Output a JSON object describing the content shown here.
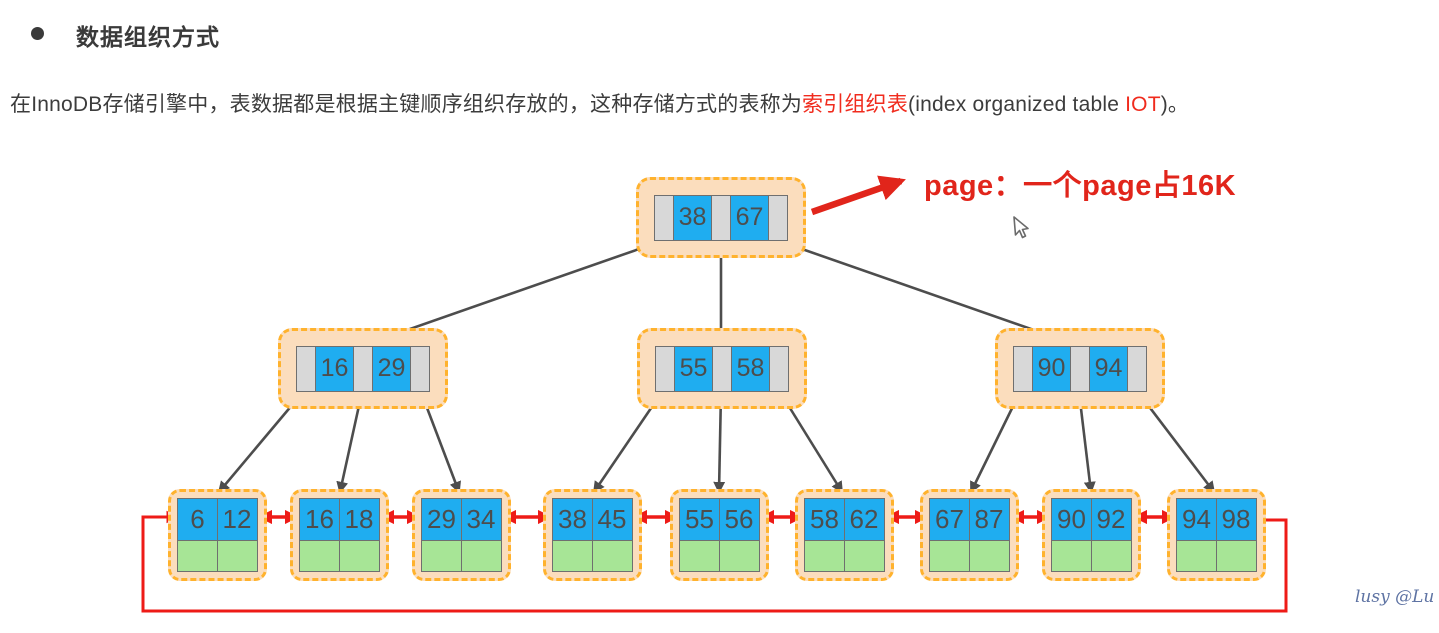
{
  "heading": {
    "bullet": "●",
    "title": "数据组织方式"
  },
  "intro": {
    "part1": "在InnoDB存储引擎中，表数据都是根据主键顺序组织存放的，这种存储方式的表称为",
    "highlight1": "索引组织表",
    "part2": "(index organized table ",
    "highlight2": "IOT",
    "part3": ")。"
  },
  "annotation": {
    "text": "page：一个page占16K"
  },
  "watermark": {
    "text": "lusy @Lu"
  },
  "colors": {
    "key_cell_blue": "#1fadf0",
    "pointer_cell_gray": "#d8d8d8",
    "data_cell_green": "#a7e596",
    "page_fill_peach": "#fbddbd",
    "page_border_orange": "#ffb22d",
    "tree_arrow_gray": "#4d4d4d",
    "link_red": "#ee1b17",
    "highlight_red": "#f02b1d"
  },
  "tree": {
    "internal_nodes": [
      {
        "level": "root",
        "keys": [
          "38",
          "67"
        ]
      },
      {
        "level": "2",
        "keys": [
          "16",
          "29"
        ]
      },
      {
        "level": "2",
        "keys": [
          "55",
          "58"
        ]
      },
      {
        "level": "2",
        "keys": [
          "90",
          "94"
        ]
      }
    ],
    "leaf_nodes": [
      {
        "keys": [
          "6",
          "12"
        ]
      },
      {
        "keys": [
          "16",
          "18"
        ]
      },
      {
        "keys": [
          "29",
          "34"
        ]
      },
      {
        "keys": [
          "38",
          "45"
        ]
      },
      {
        "keys": [
          "55",
          "56"
        ]
      },
      {
        "keys": [
          "58",
          "62"
        ]
      },
      {
        "keys": [
          "67",
          "87"
        ]
      },
      {
        "keys": [
          "90",
          "92"
        ]
      },
      {
        "keys": [
          "94",
          "98"
        ]
      }
    ]
  }
}
